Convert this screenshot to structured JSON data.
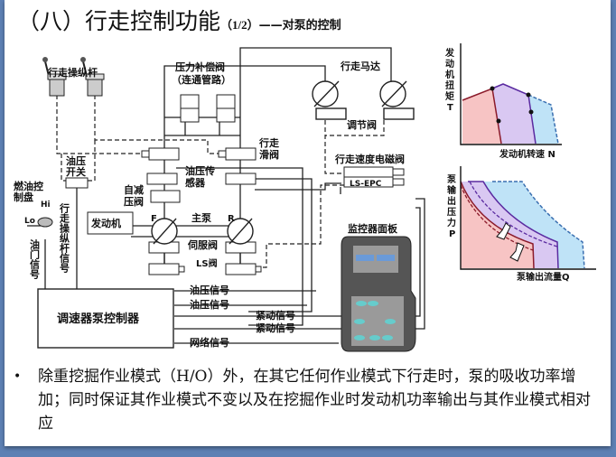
{
  "title": {
    "main": "（八）行走控制功能",
    "page": "（1/2）",
    "subtitle": "——对泵的控制"
  },
  "diagram": {
    "travel_lever": "行走操纵杆",
    "pressure_comp_valve": [
      "压力补偿阀",
      "（连通管路）"
    ],
    "travel_motor": "行走马达",
    "regulator_valve": "调节阀",
    "travel_spool": [
      "行走",
      "滑阀"
    ],
    "oil_pressure_sensor": [
      "油压传",
      "感器"
    ],
    "self_reducing_valve": [
      "自减",
      "压阀"
    ],
    "oil_pressure_switch": [
      "油压",
      "开关"
    ],
    "fuel_control_dial": [
      "燃油控",
      "制盘"
    ],
    "hi": "Hi",
    "lo": "Lo",
    "main_pump": "主泵",
    "pump_f": "F",
    "pump_r": "R",
    "engine": "发动机",
    "servo_valve": "伺服阀",
    "ls_valve": "LS阀",
    "throttle_signal": "油门信号",
    "lever_signal": "行走操纵杆信号",
    "controller": "调速器泵控制器",
    "signals": [
      "油压信号",
      "油压信号",
      "紧动信号",
      "紧动信号",
      "网络信号"
    ],
    "travel_speed_solenoid": "行走速度电磁阀",
    "ls_epc": "LS-EPC",
    "monitor_panel": "监控器面板"
  },
  "graphs": {
    "torque": {
      "ylabel": [
        "发",
        "动",
        "机",
        "扭",
        "矩",
        "T"
      ],
      "xlabel": "发动机转速 N"
    },
    "pq": {
      "ylabel": [
        "泵",
        "输",
        "出",
        "压",
        "力",
        "P"
      ],
      "xlabel": "泵输出流量Q"
    },
    "colors": {
      "low": "#f7c4c4",
      "mid": "#d9c8f2",
      "high": "#bfe3f7",
      "line_low": "#8b1a2a",
      "line_mid": "#5a2aa0",
      "line_high": "#3a6fb0"
    }
  },
  "bullet": "除重挖掘作业模式（H/O）外，在其它任何作业模式下行走时，泵的吸收功率增加；同时保证其作业模式不变以及在挖掘作业时发动机功率输出与其作业模式相对应",
  "bullet_marker": "•"
}
